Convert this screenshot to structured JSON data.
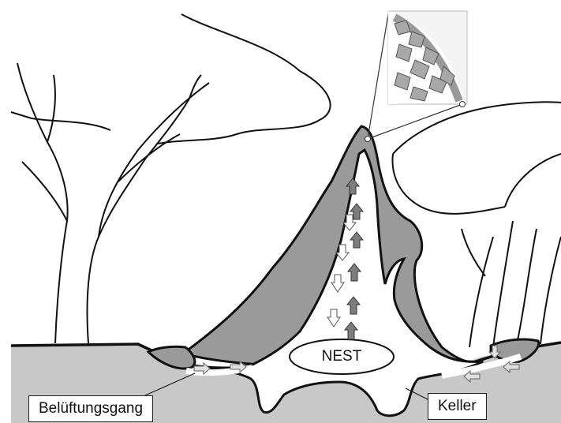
{
  "labels": {
    "nest": "NEST",
    "ventilation_shaft": "Belüftungsgang",
    "cellar": "Keller"
  },
  "colors": {
    "ground": "#c8c8c8",
    "mound_wall": "#9a9a9a",
    "chamber": "#ffffff",
    "outline": "#111111",
    "arrow_up": "#7d7d7d",
    "arrow_down": "#ffffff"
  }
}
